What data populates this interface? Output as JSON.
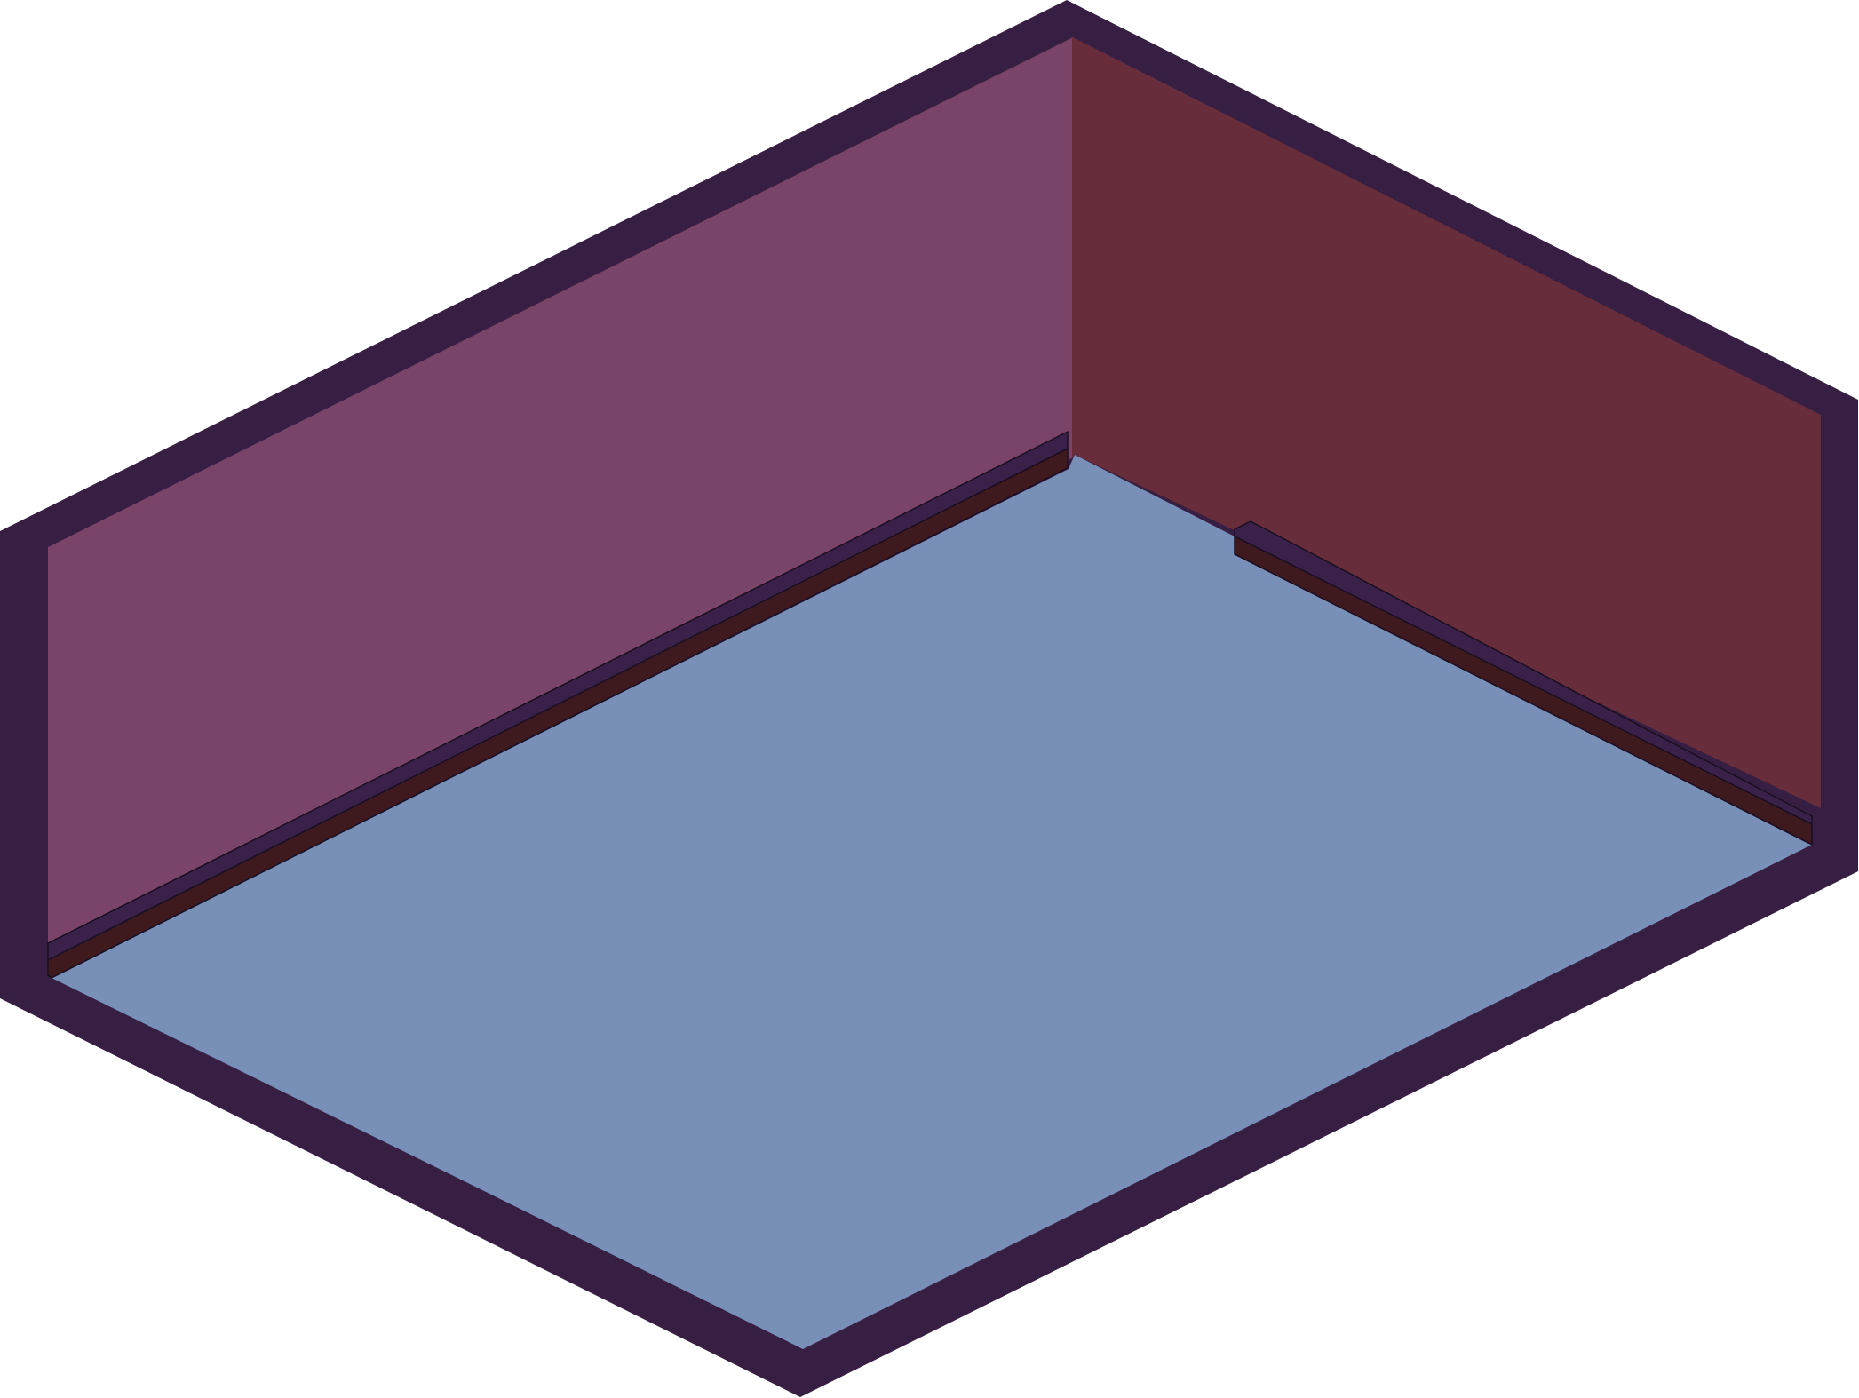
{
  "scene": {
    "type": "isometric-room",
    "colors": {
      "background": "#ffffff",
      "outer_frame": "#361F43",
      "left_wall": "#7A4469",
      "right_wall": "#672D3B",
      "floor": "#788FB8",
      "baseboard_top": "#3A2149",
      "baseboard_front": "#3E1A1E",
      "edge_stroke": "#1a0e22"
    },
    "elements": [
      "outer-frame",
      "left-wall",
      "right-wall",
      "floor",
      "left-baseboard",
      "right-baseboard"
    ]
  }
}
